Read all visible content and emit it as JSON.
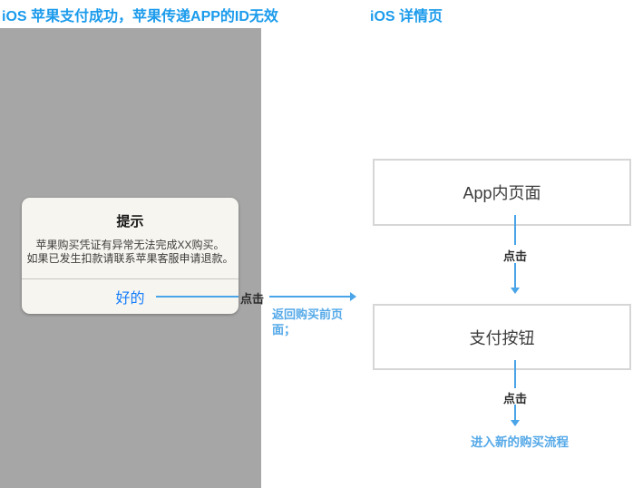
{
  "header": {
    "left_title": "iOS 苹果支付成功，苹果传递APP的ID无效",
    "right_title": "iOS 详情页"
  },
  "alert": {
    "title": "提示",
    "message_lines": [
      "苹果购买凭证有异常无法完成XX购买。",
      "如果已发生扣款请联系苹果客服申请退款。"
    ],
    "ok_label": "好的"
  },
  "left_annotation": {
    "click_label": "点击",
    "note": "返回购买前页面；"
  },
  "flow": {
    "box1_label": "App内页面",
    "arrow1_label": "点击",
    "box2_label": "支付按钮",
    "arrow2_label": "点击",
    "result_label": "进入新的购买流程"
  },
  "colors": {
    "title_blue": "#1b9bec",
    "arrow_blue": "#49a4e8",
    "annotation_blue": "#55a9e8",
    "ios_button_blue": "#157efb",
    "phone_background_gray": "#a6a6a6",
    "box_border_gray": "#d6d6d6"
  }
}
